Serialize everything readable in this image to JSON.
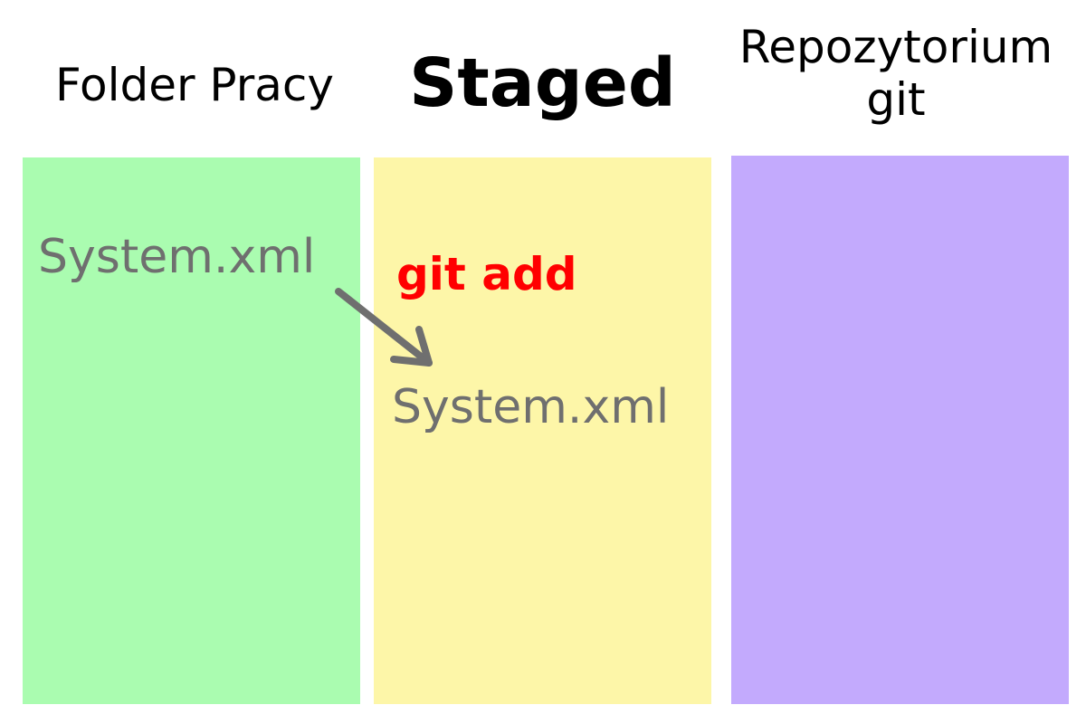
{
  "headings": {
    "working_folder": "Folder Pracy",
    "staged": "Staged",
    "repository_line1": "Repozytorium",
    "repository_line2": "git"
  },
  "columns": {
    "working_color": "#aafcb0",
    "staged_color": "#fdf6a8",
    "repository_color": "#c3aafd"
  },
  "files": {
    "source": "System.xml",
    "destination": "System.xml"
  },
  "command": {
    "label": "git add",
    "color": "#ff0000"
  },
  "arrow": {
    "color": "#6f6f6f",
    "icon": "arrow-down-right-icon"
  }
}
